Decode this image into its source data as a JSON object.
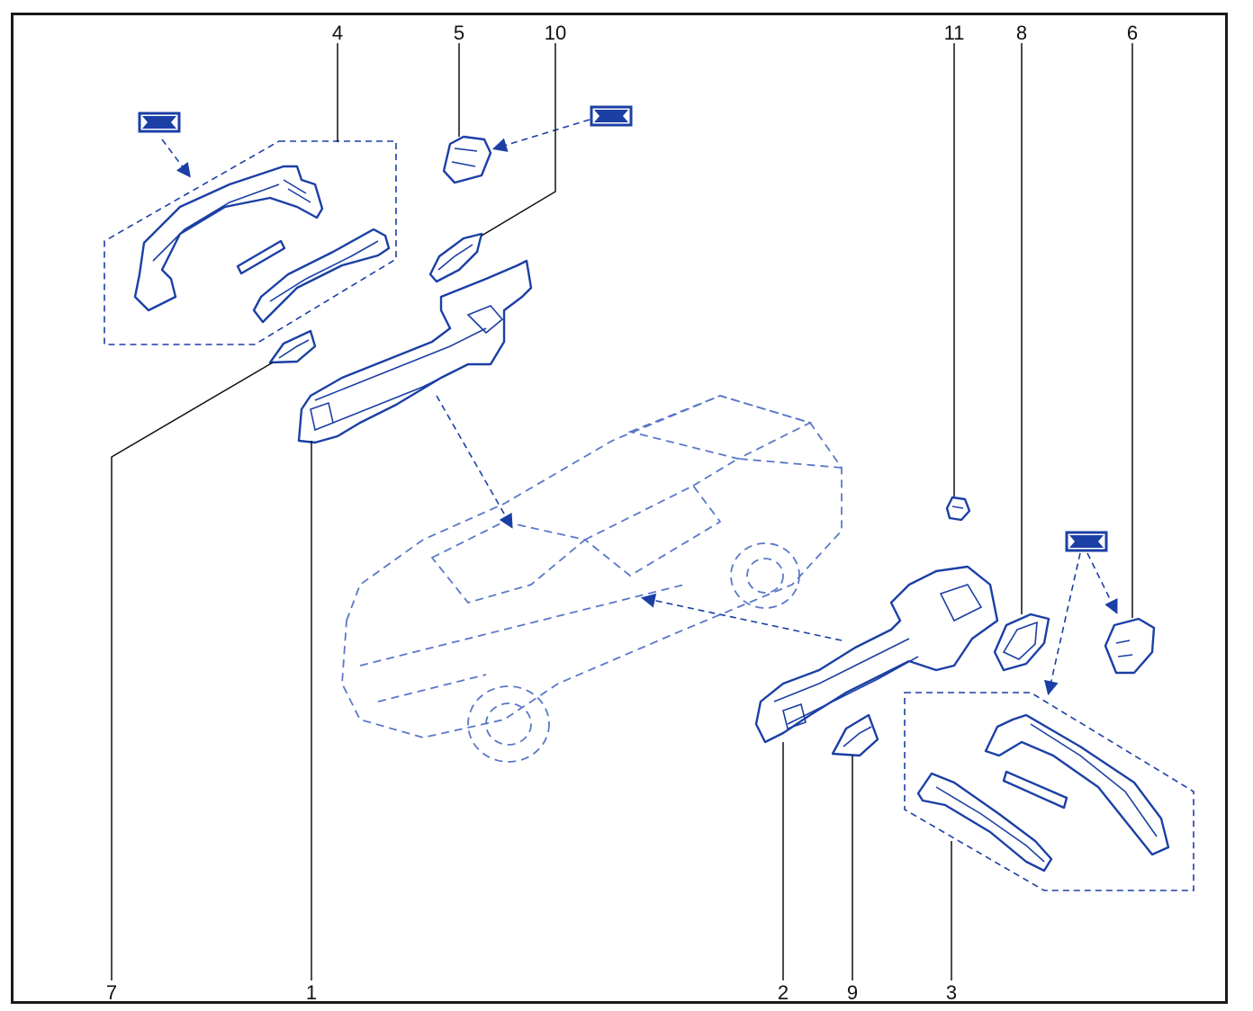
{
  "diagram": {
    "callouts": [
      {
        "id": "c4",
        "label": "4"
      },
      {
        "id": "c5",
        "label": "5"
      },
      {
        "id": "c10",
        "label": "10"
      },
      {
        "id": "c11",
        "label": "11"
      },
      {
        "id": "c8",
        "label": "8"
      },
      {
        "id": "c6",
        "label": "6"
      },
      {
        "id": "c7",
        "label": "7"
      },
      {
        "id": "c1",
        "label": "1"
      },
      {
        "id": "c2",
        "label": "2"
      },
      {
        "id": "c9",
        "label": "9"
      },
      {
        "id": "c3",
        "label": "3"
      }
    ],
    "colors": {
      "line_art": "#1b3fa5",
      "ghost_vehicle": "#5a78c8",
      "leaders": "#111111",
      "frame": "#1a1a1a"
    },
    "icons": [
      "paint-symbol-icon"
    ]
  }
}
